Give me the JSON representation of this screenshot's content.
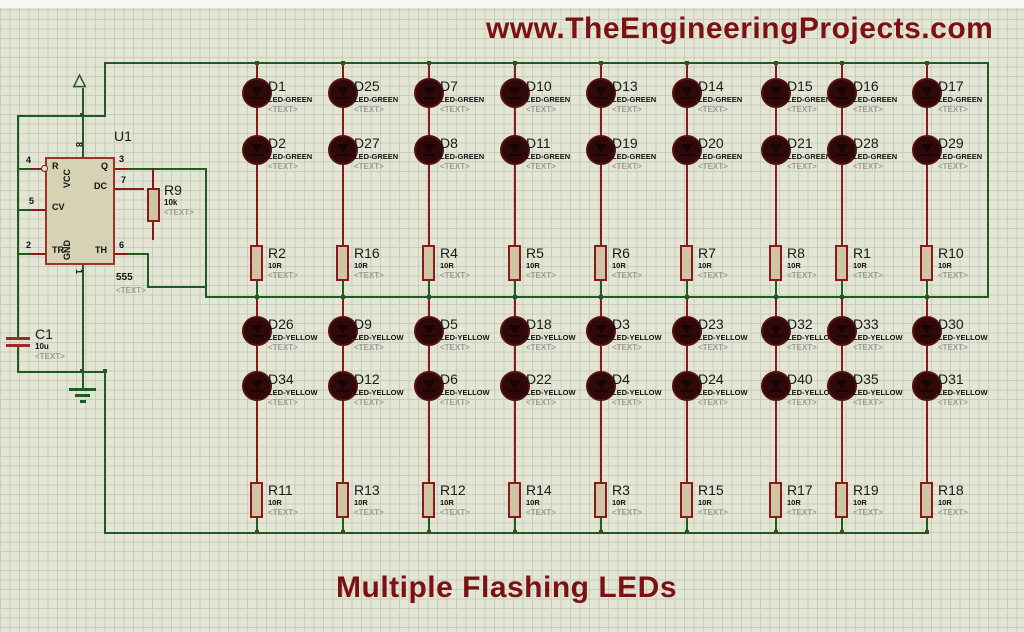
{
  "header": {
    "website_text": "www.TheEngineeringProjects.com"
  },
  "footer": {
    "title": "Multiple Flashing LEDs"
  },
  "colors": {
    "brand_text": "#7b1113",
    "wire_green": "#215a21",
    "pin_red": "#8a1919",
    "led_body": "#2f0909",
    "resistor_fill": "#d0c4a4",
    "chip_fill": "#d6d2b4",
    "canvas_bg": "#e3e5d5",
    "grid_line": "#c9cdbb"
  },
  "icons": {
    "power_terminal": "△"
  },
  "timer": {
    "ref": "U1",
    "device": "555",
    "text_placeholder": "<TEXT>",
    "pin_labels": {
      "reset": "R",
      "control": "CV",
      "trigger": "TR",
      "output": "Q",
      "discharge": "DC",
      "threshold": "TH",
      "vcc": "VCC",
      "gnd": "GND"
    },
    "pin_numbers": {
      "reset": "4",
      "control": "5",
      "trigger": "2",
      "output": "3",
      "discharge": "7",
      "threshold": "6",
      "vcc": "8",
      "gnd": "1"
    }
  },
  "r9": {
    "ref": "R9",
    "value": "10k",
    "text_placeholder": "<TEXT>"
  },
  "c1": {
    "ref": "C1",
    "value": "10u",
    "text_placeholder": "<TEXT>"
  },
  "led_grid": {
    "green_type": "LED-GREEN",
    "yellow_type": "LED-YELLOW",
    "resistor_value": "10R",
    "text_placeholder": "<TEXT>",
    "green_rows": [
      [
        "D1",
        "D25",
        "D7",
        "D10",
        "D13",
        "D14",
        "D15",
        "D16",
        "D17"
      ],
      [
        "D2",
        "D27",
        "D8",
        "D11",
        "D19",
        "D20",
        "D21",
        "D28",
        "D29"
      ]
    ],
    "yellow_rows": [
      [
        "D26",
        "D9",
        "D5",
        "D18",
        "D3",
        "D23",
        "D32",
        "D33",
        "D30"
      ],
      [
        "D34",
        "D12",
        "D6",
        "D22",
        "D4",
        "D24",
        "D40",
        "D35",
        "D31"
      ]
    ],
    "top_resistors": [
      "R2",
      "R16",
      "R4",
      "R5",
      "R6",
      "R7",
      "R8",
      "R1",
      "R10"
    ],
    "bottom_resistors": [
      "R11",
      "R13",
      "R12",
      "R14",
      "R3",
      "R15",
      "R17",
      "R19",
      "R18"
    ]
  }
}
